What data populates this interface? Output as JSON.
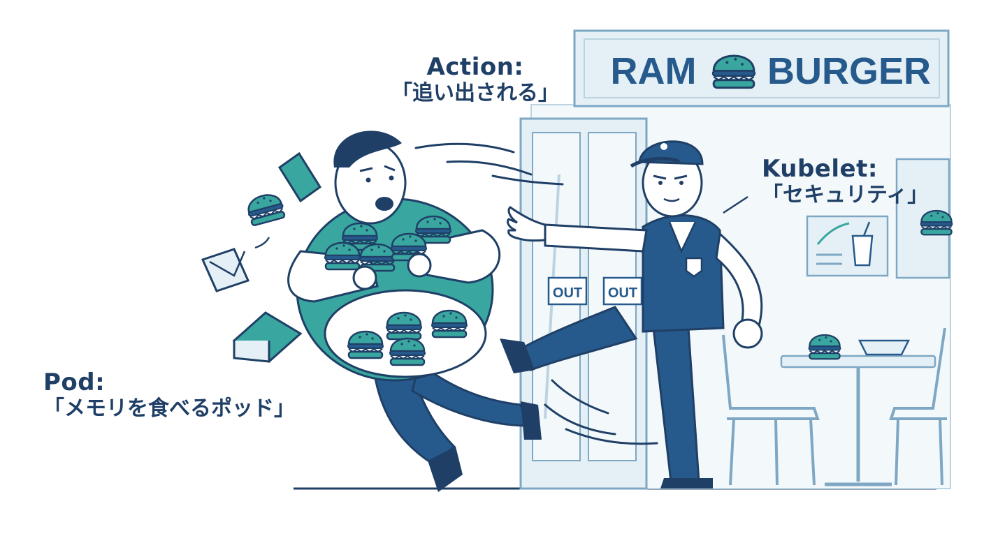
{
  "sign": {
    "left": "RAM",
    "right": "BURGER",
    "icon": "burger-icon"
  },
  "door": {
    "label_left": "OUT",
    "label_right": "OUT"
  },
  "labels": {
    "action": {
      "role": "Action:",
      "text": "「追い出される」"
    },
    "kubelet": {
      "role": "Kubelet:",
      "text": "「セキュリティ」"
    },
    "pod": {
      "role": "Pod:",
      "text": "「メモリを食べるポッド」"
    }
  },
  "colors": {
    "ink": "#1f3f66",
    "navy": "#265a8c",
    "teal": "#3aa6a0",
    "pale": "#e4f0f5",
    "white": "#ffffff"
  }
}
